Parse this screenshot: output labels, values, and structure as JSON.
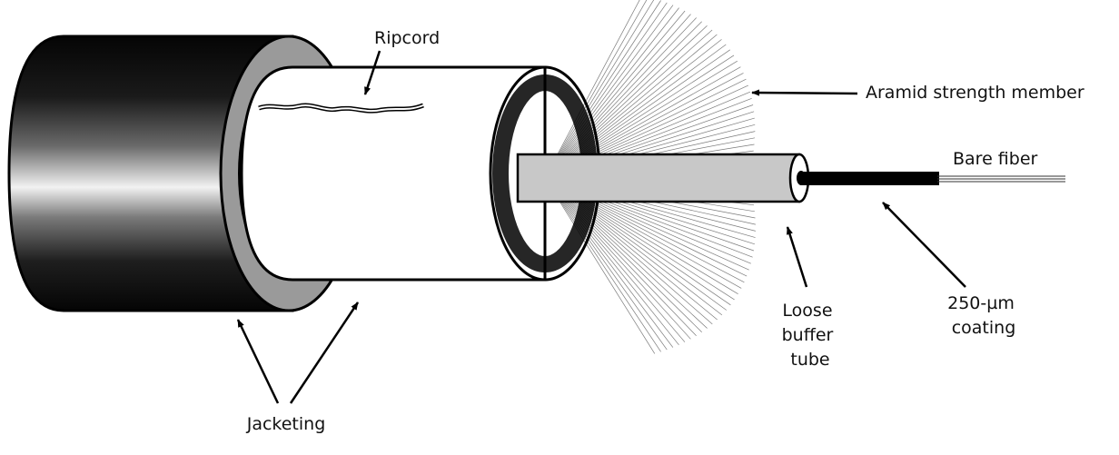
{
  "labels": {
    "ripcord": "Ripcord",
    "aramid": "Aramid strength member",
    "bare_fiber": "Bare fiber",
    "loose_buffer": [
      "Loose",
      "buffer",
      "tube"
    ],
    "coating": [
      "250-µm",
      "coating"
    ],
    "jacketing": "Jacketing"
  }
}
